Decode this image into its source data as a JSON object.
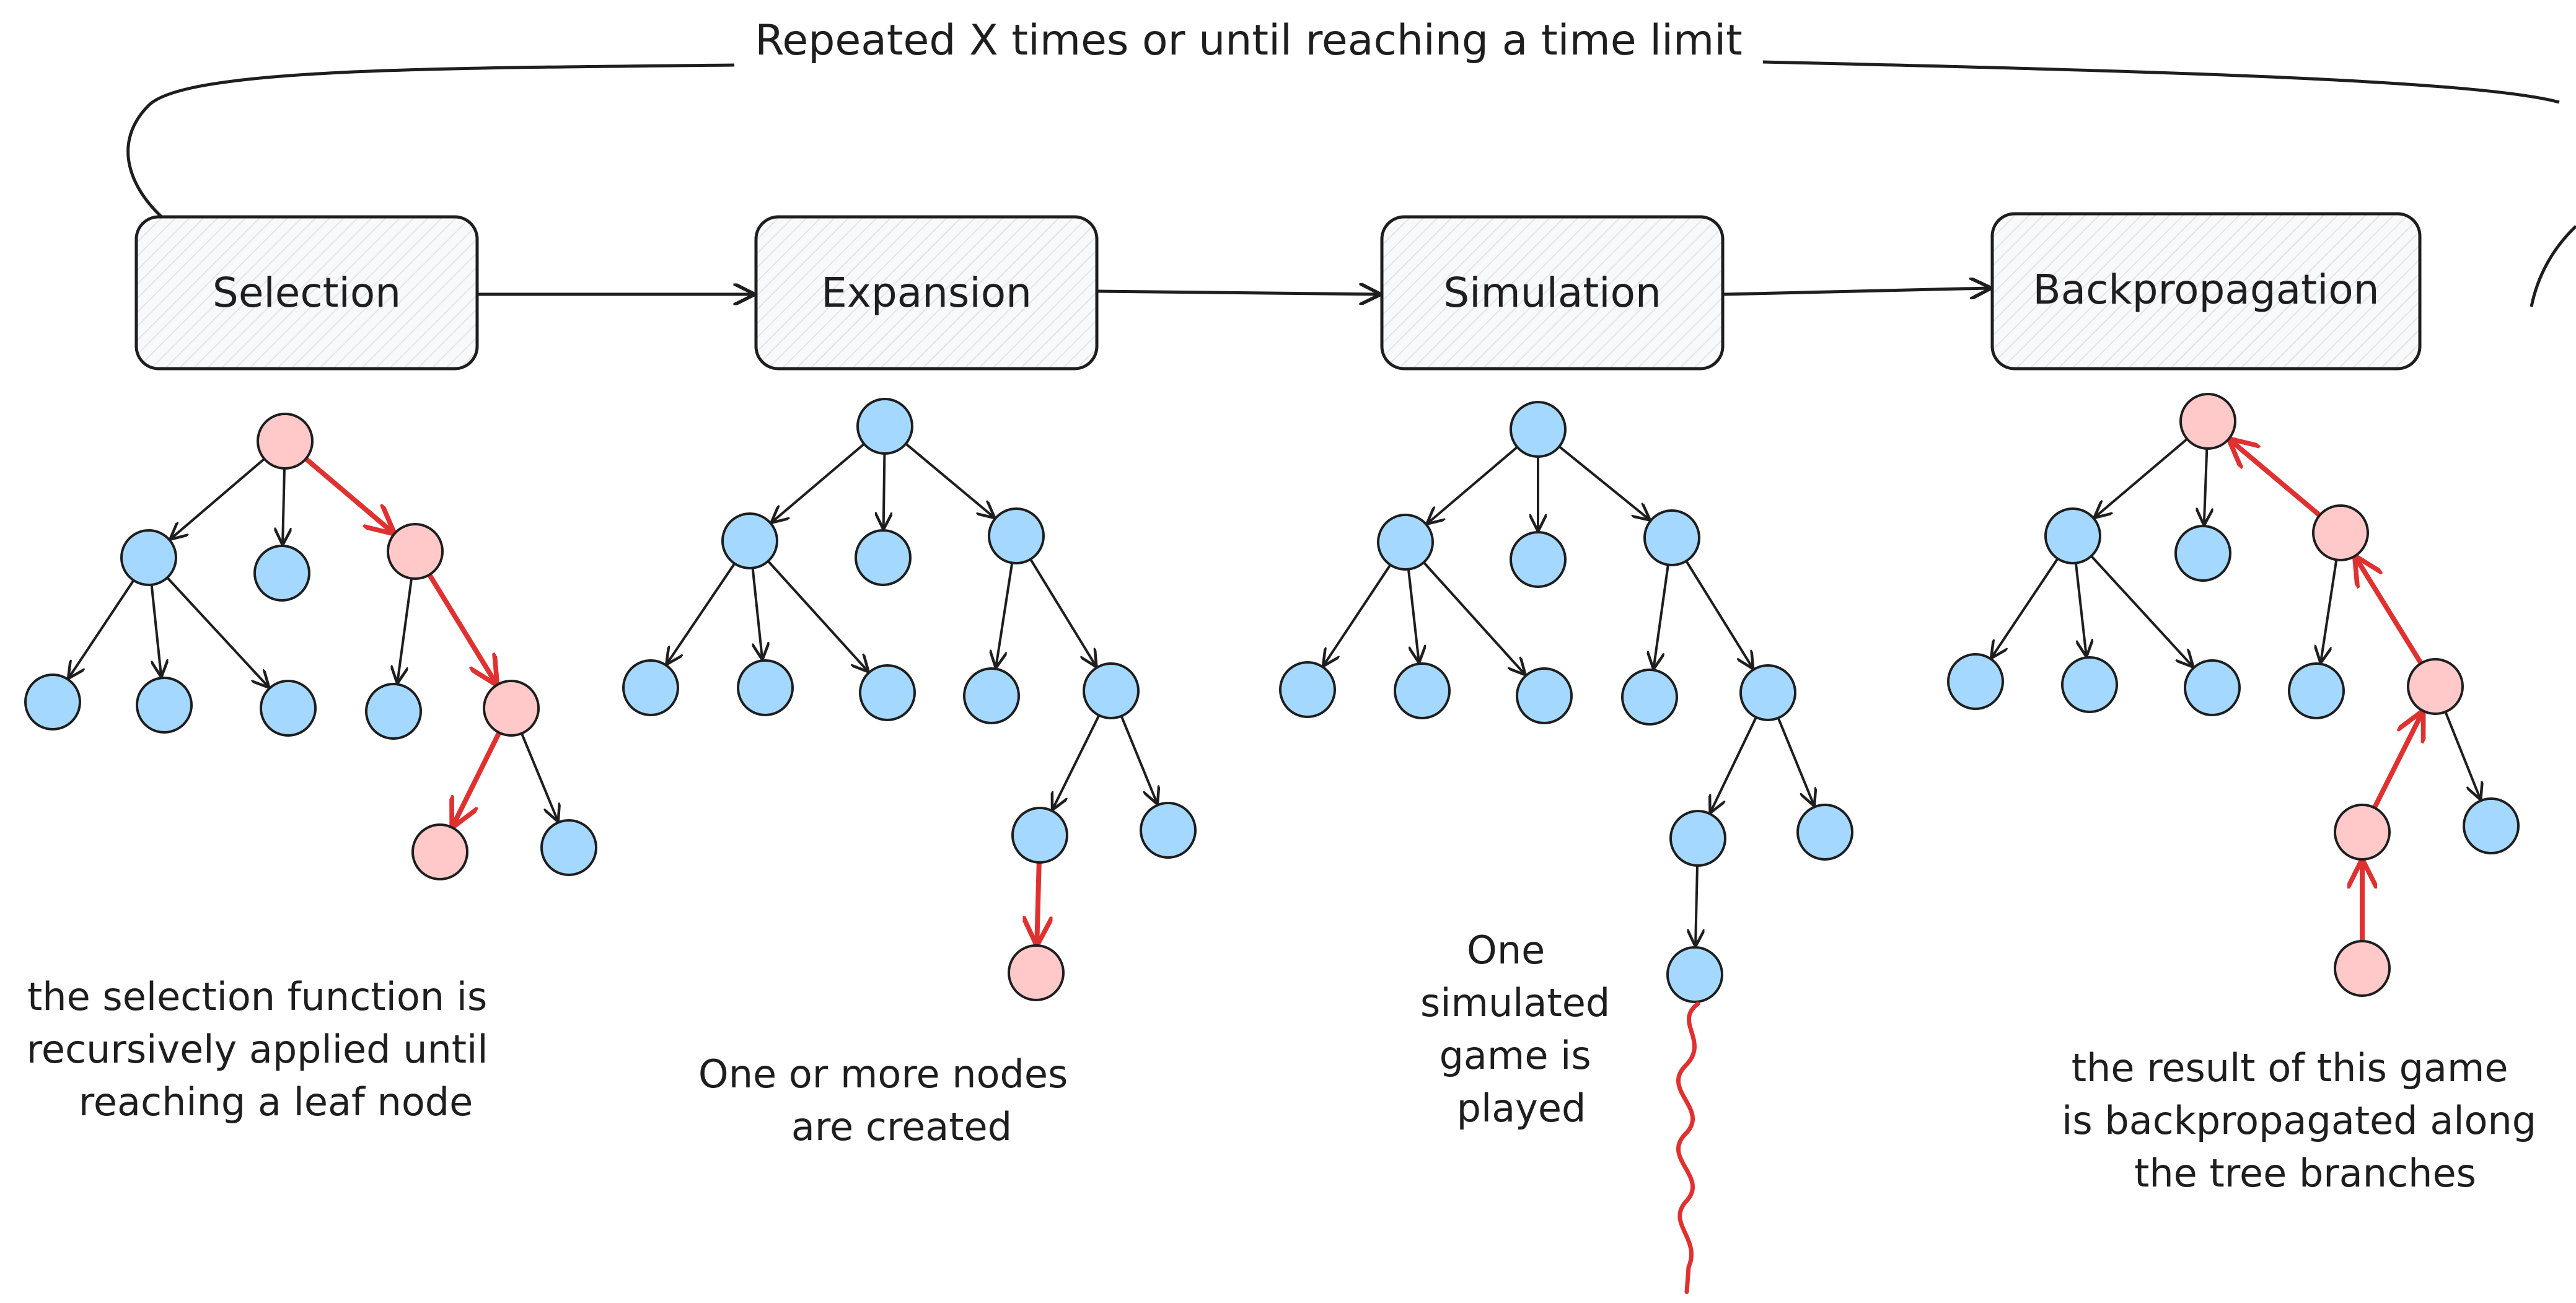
{
  "loop": {
    "label": "Repeated X times or until reaching a time limit"
  },
  "colors": {
    "node": "#a5d8ff",
    "highlight_node": "#ffc9c9",
    "stroke": "#1e1e1e",
    "highlight_edge": "#e03131",
    "box_fill": "#f1f3f5"
  },
  "stages": [
    {
      "label": "Selection",
      "caption": [
        "the selection function is",
        "recursively applied until",
        "reaching a leaf node"
      ]
    },
    {
      "label": "Expansion",
      "caption": [
        "One or more nodes",
        "are created"
      ]
    },
    {
      "label": "Simulation",
      "caption": [
        "One",
        "simulated",
        "game is",
        "played"
      ]
    },
    {
      "label": "Backpropagation",
      "caption": [
        "the result of this game",
        "is backpropagated along",
        "the tree branches"
      ]
    }
  ]
}
